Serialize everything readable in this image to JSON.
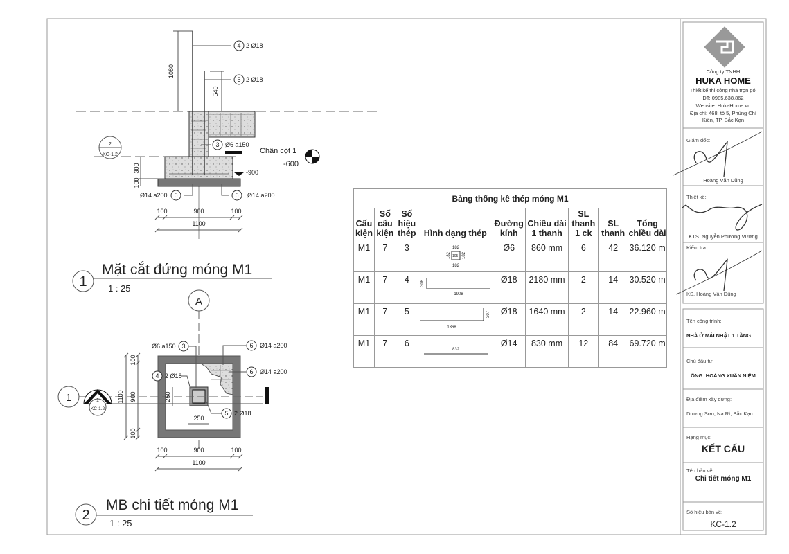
{
  "section1": {
    "title_number": "1",
    "title": "Mặt cắt đứng móng M1",
    "scale": "1 : 25",
    "callouts": [
      {
        "num": "4",
        "text": "2 Ø18"
      },
      {
        "num": "5",
        "text": "2 Ø18"
      },
      {
        "num": "3",
        "text": "Ø6 a150"
      },
      {
        "num": "6",
        "text": "Ø14 a200"
      },
      {
        "num": "6",
        "text": "Ø14 a200"
      }
    ],
    "dims": {
      "d1080": "1080",
      "d540": "540",
      "d300": "300",
      "d100": "100",
      "w_left": "100",
      "w_mid": "900",
      "w_right": "100",
      "w_total": "1100"
    },
    "level_label": "Chân cột 1",
    "level_value": "-600",
    "bottom_level": "-900",
    "ref_num": "2",
    "ref_sheet": "KC-1.2"
  },
  "section2": {
    "title_number": "2",
    "title": "MB chi tiết móng M1",
    "scale": "1 : 25",
    "grid_label": "A",
    "section_num": "1",
    "section_marker_num": "1",
    "section_marker_sheet": "KC-1.2",
    "callouts": [
      {
        "num": "3",
        "text": "Ø6 a150"
      },
      {
        "num": "6",
        "text": "Ø14 a200"
      },
      {
        "num": "6",
        "text": "Ø14 a200"
      },
      {
        "num": "4",
        "text": "2 Ø18"
      },
      {
        "num": "5",
        "text": "2 Ø18"
      }
    ],
    "dims": {
      "col_v": "250",
      "col_h": "250",
      "h_left": "100",
      "h_mid": "900",
      "h_right": "100",
      "h_total": "1100",
      "v_top": "100",
      "v_mid": "900",
      "v_bot": "100",
      "v_total": "1100"
    }
  },
  "steel_table": {
    "title": "Bảng thống kê thép móng M1",
    "headers": [
      "Cấu kiện",
      "Số cấu kiện",
      "Số hiệu thép",
      "Hình dạng thép",
      "Đường kính",
      "Chiều dài 1 thanh",
      "SL thanh 1 ck",
      "SL thanh",
      "Tổng chiều dài"
    ],
    "rows": [
      {
        "ck": "M1",
        "so_ck": "7",
        "so_hieu": "3",
        "shape_dims": [
          "182",
          "182",
          "182",
          "182",
          "105"
        ],
        "dk": "Ø6",
        "dai": "860 mm",
        "sl1": "6",
        "sl": "42",
        "tong": "36.120 m"
      },
      {
        "ck": "M1",
        "so_ck": "7",
        "so_hieu": "4",
        "shape_dims": [
          "308",
          "1908"
        ],
        "dk": "Ø18",
        "dai": "2180 mm",
        "sl1": "2",
        "sl": "14",
        "tong": "30.520 m"
      },
      {
        "ck": "M1",
        "so_ck": "7",
        "so_hieu": "5",
        "shape_dims": [
          "307",
          "1368"
        ],
        "dk": "Ø18",
        "dai": "1640 mm",
        "sl1": "2",
        "sl": "14",
        "tong": "22.960 m"
      },
      {
        "ck": "M1",
        "so_ck": "7",
        "so_hieu": "6",
        "shape_dims": [
          "832"
        ],
        "dk": "Ø14",
        "dai": "830 mm",
        "sl1": "12",
        "sl": "84",
        "tong": "69.720 m"
      }
    ]
  },
  "title_block": {
    "company_type": "Công ty TNHH",
    "company_name": "HUKA HOME",
    "tagline": "Thiết kế thi công nhà trọn gói",
    "phone": "ĐT: 0985.638.862",
    "website": "Website: HukaHome.vn",
    "address": "Địa chỉ: 468, tổ 5, Phùng Chí Kiên, TP. Bắc Kạn",
    "director_label": "Giám đốc:",
    "director_name": "Hoàng Văn Dũng",
    "designer_label": "Thiết kế:",
    "designer_name": "KTS. Nguyễn Phương Vượng",
    "checker_label": "Kiểm tra:",
    "checker_name": "KS. Hoàng Văn Dũng",
    "project_label": "Tên công trình:",
    "project_value": "NHÀ Ở MÁI NHẬT 1 TẦNG",
    "owner_label": "Chủ đầu tư:",
    "owner_value": "ÔNG: HOÀNG XUÂN NIỆM",
    "location_label": "Địa điểm xây dựng:",
    "location_value": "Dương Sơn, Na Rì, Bắc Kạn",
    "category_label": "Hạng mục:",
    "category_value": "KẾT CẤU",
    "drawing_name_label": "Tên bản vẽ:",
    "drawing_name_value": "Chi tiết móng M1",
    "drawing_no_label": "Số hiệu bản vẽ:",
    "drawing_no_value": "KC-1.2"
  }
}
